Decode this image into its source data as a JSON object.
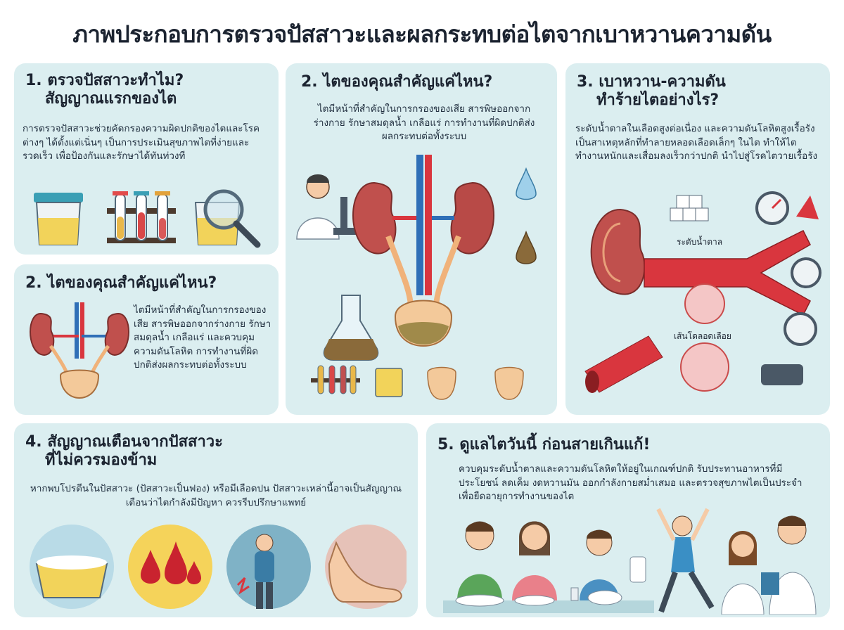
{
  "title": "ภาพประกอบการตรวจปัสสาวะและผลกระทบต่อไตจากเบาหวานความดัน",
  "panel1": {
    "title_line1": "1. ตรวจปัสสาวะทำไม?",
    "title_line2": "สัญญาณแรกของไต",
    "text": "การตรวจปัสสาวะช่วยคัดกรองความผิดปกติของไตและโรคต่างๆ ได้ตั้งแต่เนิ่นๆ เป็นการประเมินสุขภาพไตที่ง่ายและรวดเร็ว เพื่อป้องกันและรักษาได้ทันท่วงที"
  },
  "panel2a": {
    "title": "2. ไตของคุณสำคัญแค่ไหน?",
    "text": "ไตมีหน้าที่สำคัญในการกรองของเสีย สารพิษออกจากร่างกาย รักษาสมดุลน้ำ เกลือแร่ และควบคุมความดันโลหิต การทำงานที่ผิดปกติส่งผลกระทบต่อทั้งระบบ"
  },
  "panel2b": {
    "title": "2. ไตของคุณสำคัญแค่ไหน?",
    "text": "ไตมีหน้าที่สำคัญในการกรองของเสีย สารพิษออกจากร่างกาย รักษาสมดุลน้ำ เกลือแร่ การทำงานที่ผิดปกติส่งผลกระทบต่อทั้งระบบ"
  },
  "panel3": {
    "title_line1": "3. เบาหวาน-ความดัน",
    "title_line2": "ทำร้ายไตอย่างไร?",
    "text": "ระดับน้ำตาลในเลือดสูงต่อเนื่อง และความดันโลหิตสูงเรื้อรัง เป็นสาเหตุหลักที่ทำลายหลอดเลือดเล็กๆ ในไต ทำให้ไตทำงานหนักและเสื่อมลงเร็วกว่าปกติ นำไปสู่โรคไตวายเรื้อรัง",
    "label_sugar": "ระดับน้ำตาล",
    "label_vessel": "เส้นโดลอดเลือย"
  },
  "panel4": {
    "title_line1": "4. สัญญาณเตือนจากปัสสาวะ",
    "title_line2": "ที่ไม่ควรมองข้าม",
    "text": "หากพบโปรตีนในปัสสาวะ (ปัสสาวะเป็นฟอง) หรือมีเลือดปน ปัสสาวะเหล่านี้อาจเป็นสัญญาณเตือนว่าไตกำลังมีปัญหา ควรรีบปรึกษาแพทย์"
  },
  "panel5": {
    "title": "5. ดูแลไตวันนี้ ก่อนสายเกินแก้!",
    "text": "ควบคุมระดับน้ำตาลและความดันโลหิตให้อยู่ในเกณฑ์ปกติ รับประทานอาหารที่มีประโยชน์ ลดเค็ม งดหวานมัน ออกกำลังกายสม่ำเสมอ และตรวจสุขภาพไตเป็นประจำ เพื่อยืดอายุการทำงานของไต"
  },
  "colors": {
    "panel_bg": "#dbeef0",
    "urine": "#f2d35a",
    "kidney": "#c0504d",
    "vessel_red": "#d9363e",
    "vessel_blue": "#2f6fb7"
  }
}
